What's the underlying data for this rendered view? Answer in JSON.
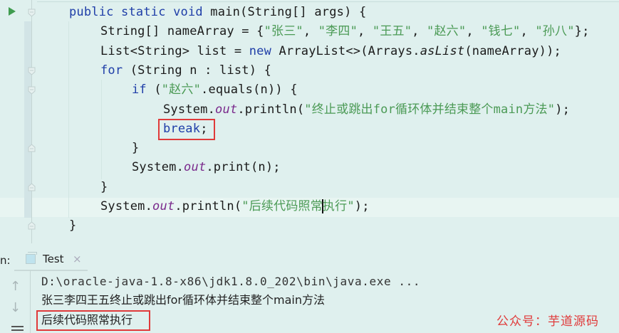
{
  "editor": {
    "lines": [
      {
        "indent": 1,
        "tokens": [
          [
            "kw",
            "public static void "
          ],
          [
            "plain",
            "main(String[] args) {"
          ]
        ]
      },
      {
        "indent": 2,
        "tokens": [
          [
            "plain",
            "String[] nameArray = {"
          ],
          [
            "str",
            "\"张三\""
          ],
          [
            "plain",
            ", "
          ],
          [
            "str",
            "\"李四\""
          ],
          [
            "plain",
            ", "
          ],
          [
            "str",
            "\"王五\""
          ],
          [
            "plain",
            ", "
          ],
          [
            "str",
            "\"赵六\""
          ],
          [
            "plain",
            ", "
          ],
          [
            "str",
            "\"钱七\""
          ],
          [
            "plain",
            ", "
          ],
          [
            "str",
            "\"孙八\""
          ],
          [
            "plain",
            "};"
          ]
        ]
      },
      {
        "indent": 2,
        "tokens": [
          [
            "plain",
            "List<String> list = "
          ],
          [
            "kw",
            "new "
          ],
          [
            "plain",
            "ArrayList<>(Arrays."
          ],
          [
            "ital",
            "asList"
          ],
          [
            "plain",
            "(nameArray));"
          ]
        ]
      },
      {
        "indent": 2,
        "tokens": [
          [
            "kw",
            "for "
          ],
          [
            "plain",
            "(String n : list) {"
          ]
        ]
      },
      {
        "indent": 3,
        "tokens": [
          [
            "kw",
            "if "
          ],
          [
            "plain",
            "("
          ],
          [
            "str",
            "\"赵六\""
          ],
          [
            "plain",
            ".equals(n)) {"
          ]
        ]
      },
      {
        "indent": 4,
        "tokens": [
          [
            "plain",
            "System."
          ],
          [
            "fld",
            "out"
          ],
          [
            "plain",
            ".println("
          ],
          [
            "str",
            "\"终止或跳出for循环体并结束整个main方法\""
          ],
          [
            "plain",
            ");"
          ]
        ]
      },
      {
        "indent": 4,
        "tokens": [
          [
            "kw",
            "break"
          ],
          [
            "plain",
            ";"
          ]
        ]
      },
      {
        "indent": 3,
        "tokens": [
          [
            "plain",
            "}"
          ]
        ]
      },
      {
        "indent": 3,
        "tokens": [
          [
            "plain",
            "System."
          ],
          [
            "fld",
            "out"
          ],
          [
            "plain",
            ".print(n);"
          ]
        ]
      },
      {
        "indent": 2,
        "tokens": [
          [
            "plain",
            "}"
          ]
        ]
      },
      {
        "indent": 2,
        "tokens": [
          [
            "plain",
            "System."
          ],
          [
            "fld",
            "out"
          ],
          [
            "plain",
            ".println("
          ],
          [
            "str",
            "\"后续代码照常"
          ],
          [
            "caret",
            ""
          ],
          [
            "str",
            "执行\""
          ],
          [
            "plain",
            ");"
          ]
        ]
      },
      {
        "indent": 1,
        "tokens": [
          [
            "plain",
            "}"
          ]
        ]
      }
    ]
  },
  "run_panel": {
    "label": "n:",
    "tab_label": "Test",
    "tab_close": "×",
    "scroll_up": "↑",
    "scroll_down": "↓"
  },
  "console": {
    "lines": [
      "D:\\oracle-java-1.8-x86\\jdk1.8.0_202\\bin\\java.exe ...",
      "张三李四王五终止或跳出for循环体并结束整个main方法",
      "后续代码照常执行"
    ]
  },
  "watermark": "公众号：芋道源码",
  "colors": {
    "background": "#dff0ee",
    "keyword": "#1f3ea8",
    "string": "#4b9a55",
    "field": "#7a2a8c",
    "highlight_box": "#e03a3a",
    "run_icon": "#3f9c4f"
  }
}
